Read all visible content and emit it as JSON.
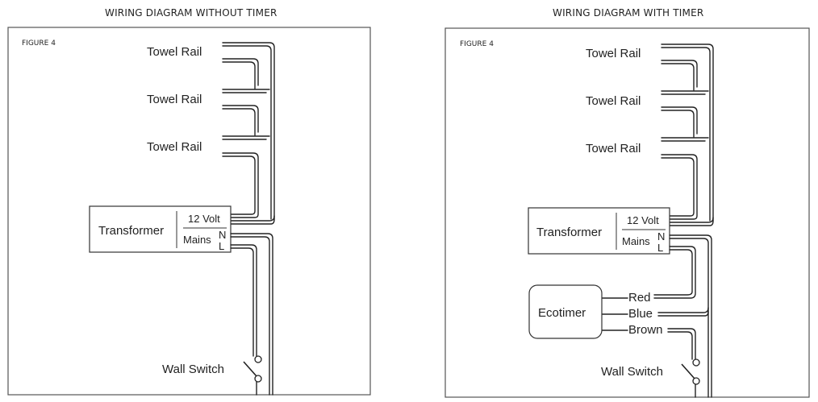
{
  "headings": {
    "left": "WIRING DIAGRAM WITHOUT TIMER",
    "right": "WIRING DIAGRAM WITH TIMER"
  },
  "left_panel": {
    "figure_label": "FIGURE 4",
    "rails": [
      "Towel Rail",
      "Towel Rail",
      "Towel Rail"
    ],
    "transformer": {
      "name": "Transformer",
      "output": "12 Volt",
      "input": "Mains",
      "n": "N",
      "l": "L"
    },
    "switch_label": "Wall Switch"
  },
  "right_panel": {
    "figure_label": "FIGURE 4",
    "rails": [
      "Towel Rail",
      "Towel Rail",
      "Towel Rail"
    ],
    "transformer": {
      "name": "Transformer",
      "output": "12 Volt",
      "input": "Mains",
      "n": "N",
      "l": "L"
    },
    "timer": {
      "name": "Ecotimer",
      "wires": [
        "Red",
        "Blue",
        "Brown"
      ]
    },
    "switch_label": "Wall Switch"
  }
}
